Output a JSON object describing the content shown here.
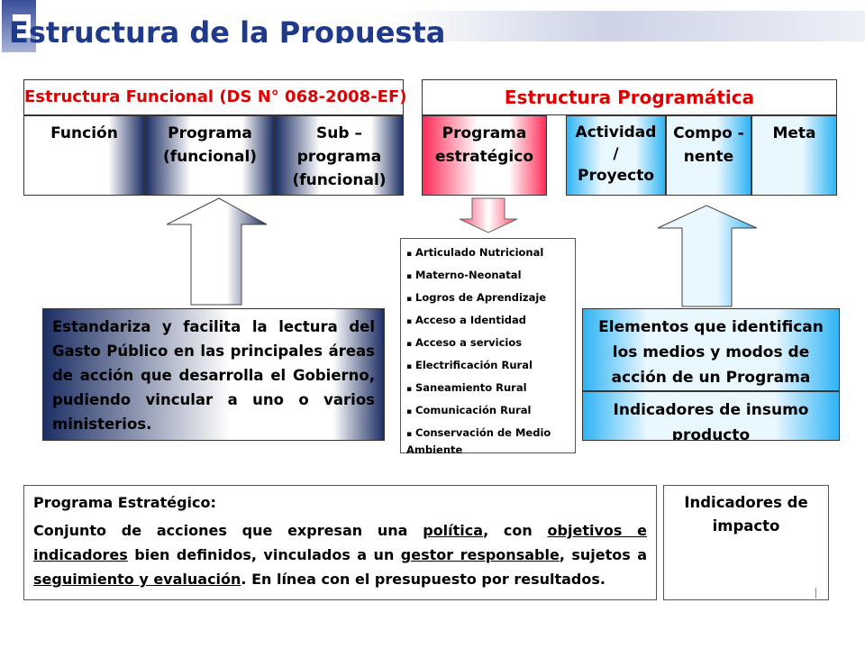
{
  "title": "Estructura de la Propuesta",
  "funcional": {
    "header": "Estructura Funcional (DS N° 068-2008-EF)",
    "cells": [
      "Función",
      "Programa\n(funcional)",
      "Sub –\nprograma\n(funcional)"
    ]
  },
  "programatica": {
    "header": "Estructura Programática",
    "cells": [
      "Programa\nestratégico",
      "Actividad\n/\nProyecto",
      "Compo -\nnente",
      "Meta"
    ]
  },
  "left_description": "Estandariza y facilita la lectura del Gasto Público en las principales áreas de acción que desarrolla el Gobierno, pudiendo vincular a uno o varios ministerios.",
  "programs": [
    "Articulado Nutricional",
    "Materno-Neonatal",
    "Logros de Aprendizaje",
    "Acceso a Identidad",
    "Acceso a servicios",
    "Electrificación Rural",
    "Saneamiento Rural",
    "Comunicación Rural",
    "Conservación de Medio Ambiente"
  ],
  "elements_box": [
    "Elementos que identifican",
    "los medios y modos  de",
    "acción de un Programa"
  ],
  "indicadores_insumo": [
    "Indicadores de insumo",
    "producto"
  ],
  "estrategico": {
    "heading": "Programa Estratégico:",
    "parts": [
      {
        "t": "Conjunto de acciones que expresan una ",
        "u": false
      },
      {
        "t": "política",
        "u": true
      },
      {
        "t": ", con ",
        "u": false
      },
      {
        "t": "objetivos e indicadores",
        "u": true
      },
      {
        "t": " bien definidos, vinculados a un ",
        "u": false
      },
      {
        "t": "gestor responsable",
        "u": true
      },
      {
        "t": ", sujetos a ",
        "u": false
      },
      {
        "t": "seguimiento y evaluación",
        "u": true
      },
      {
        "t": ". En línea con el presupuesto por resultados.",
        "u": false
      }
    ]
  },
  "impacto": [
    "Indicadores de",
    "impacto"
  ],
  "colors": {
    "navy": "#1c2e63",
    "red_header": "#e00000",
    "crimson": "#ff2a55",
    "sky": "#2fb4f4",
    "title_blue": "#1f3a8a"
  }
}
